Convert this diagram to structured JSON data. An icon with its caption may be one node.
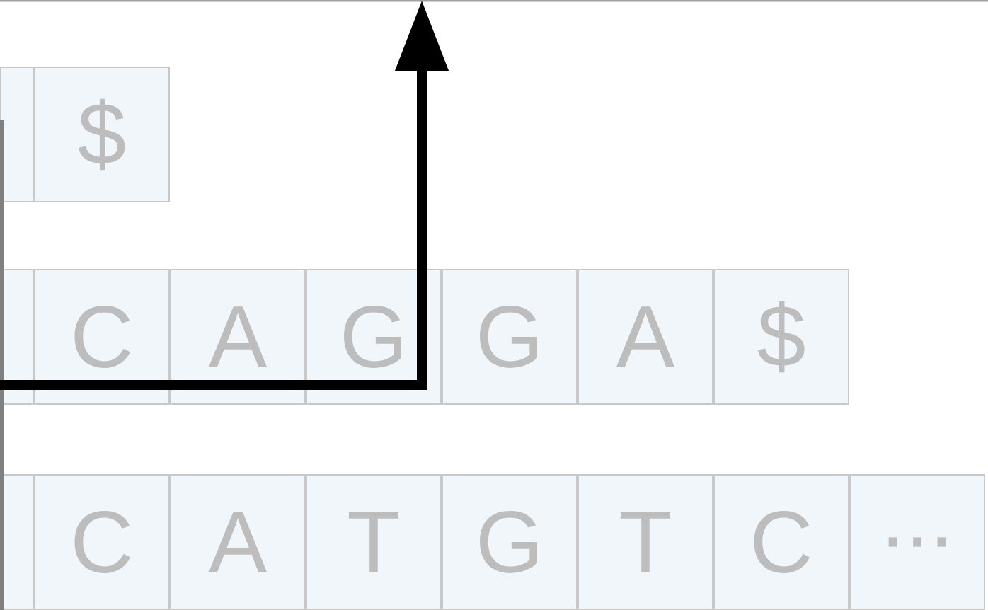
{
  "diagram": {
    "nodes": [
      {
        "text": [],
        "shape": "box"
      },
      {
        "text": [
          "$"
        ]
      },
      {
        "text": [],
        "shape": "box"
      },
      {
        "text": [
          "C"
        ]
      },
      {
        "text": [
          "A"
        ]
      },
      {
        "text": [
          "G"
        ]
      },
      {
        "text": [
          "G"
        ]
      },
      {
        "text": [
          "A"
        ]
      },
      {
        "text": [
          "$"
        ]
      },
      {
        "text": [],
        "shape": "box"
      },
      {
        "text": [
          "C"
        ]
      },
      {
        "text": [
          "A"
        ]
      },
      {
        "text": [
          "T"
        ]
      },
      {
        "text": [
          "G"
        ]
      },
      {
        "text": [
          "T"
        ]
      },
      {
        "text": [
          "C"
        ]
      },
      {
        "text": [
          "..."
        ]
      }
    ]
  }
}
